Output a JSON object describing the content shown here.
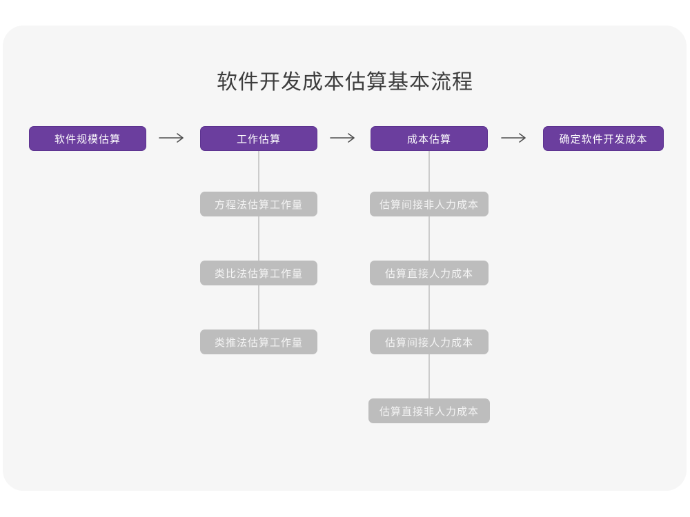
{
  "page": {
    "title": "软件开发成本估算基本流程"
  },
  "colors": {
    "canvas_background": "#ffffff",
    "card_background": "#f6f6f6",
    "stage_fill": "#6b3e9e",
    "stage_border": "#5d3390",
    "stage_text": "#ffffff",
    "substep_fill": "#bdbdbd",
    "substep_text": "#f4f4f4",
    "arrow_stroke": "#4d4d4d",
    "connector_stroke": "#cccccc",
    "title_text": "#3d3d3d"
  },
  "flow": {
    "stages": [
      "软件规模估算",
      "工作估算",
      "成本估算",
      "确定软件开发成本"
    ],
    "effort_methods": [
      "方程法估算工作量",
      "类比法估算工作量",
      "类推法估算工作量"
    ],
    "cost_steps": [
      "估算间接非人力成本",
      "估算直接人力成本",
      "估算间接人力成本",
      "估算直接非人力成本"
    ]
  }
}
